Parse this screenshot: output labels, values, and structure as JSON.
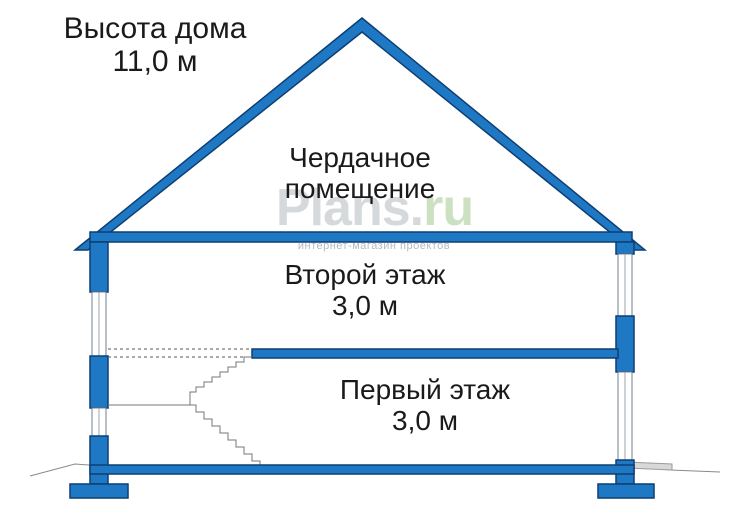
{
  "labels": {
    "house_height_title": "Высота дома",
    "house_height_value": "11,0 м",
    "attic_line1": "Чердачное",
    "attic_line2": "помещение",
    "second_floor_name": "Второй этаж",
    "second_floor_height": "3,0 м",
    "first_floor_name": "Первый этаж",
    "first_floor_height": "3,0 м"
  },
  "watermark": {
    "brand_main": "Plans",
    "brand_dot": ".",
    "brand_tld": "ru",
    "tagline": "интернет-магазин проектов"
  },
  "colors": {
    "structure_fill": "#1f78c4",
    "structure_outline": "#0d3f73",
    "roof_edge": "#0d3f73",
    "ground_line": "#8a8a8a",
    "text": "#1a1a1a"
  }
}
